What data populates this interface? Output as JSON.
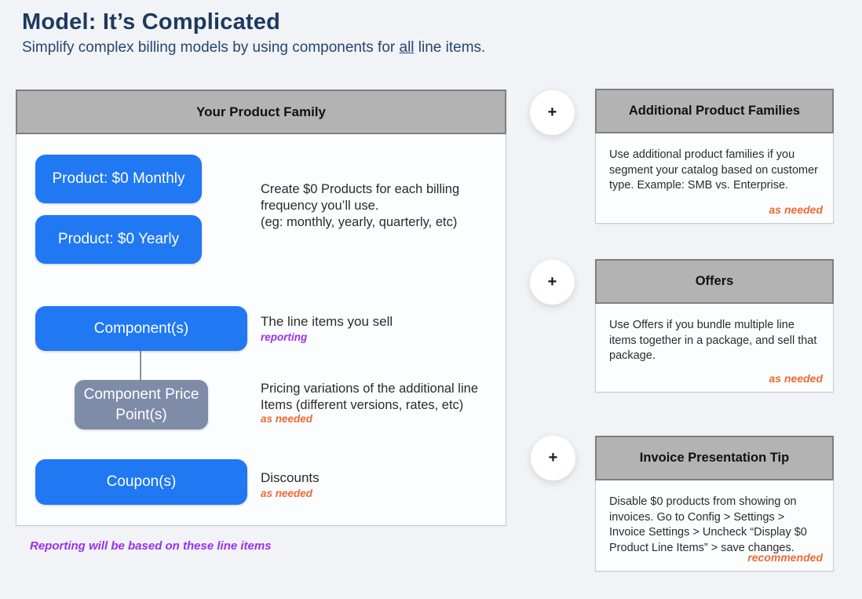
{
  "header": {
    "title": "Model: It’s Complicated",
    "subtitle_prefix": "Simplify complex billing models by using components for ",
    "subtitle_emphasis": "all",
    "subtitle_suffix": " line items."
  },
  "colors": {
    "accent_blue": "#2078f3",
    "slate": "#7e8ca8",
    "purple": "#9b30f0",
    "orange": "#ed6a33",
    "header_gray": "#b3b3b3",
    "title_navy": "#1d3a5f"
  },
  "main_panel": {
    "title": "Your Product Family",
    "nodes": {
      "product_monthly": "Product:\n$0 Monthly",
      "product_yearly": "Product:\n$0 Yearly",
      "components": "Component(s)",
      "price_points": "Component\nPrice Point(s)",
      "coupons": "Coupon(s)"
    },
    "annotations": {
      "products": "Create $0 Products for each billing\nfrequency you’ll use.\n(eg: monthly, yearly, quarterly, etc)",
      "components_text": "The line items you sell",
      "components_tag": "reporting",
      "price_points_text": "Pricing variations of the additional line\nItems (different versions, rates, etc)",
      "price_points_tag": "as needed",
      "coupons_text": "Discounts",
      "coupons_tag": "as needed"
    },
    "footnote": "Reporting will be based on these line items"
  },
  "connector": {
    "plus": "+"
  },
  "side_panels": [
    {
      "title": "Additional Product Families",
      "body": "Use additional product families if you segment your catalog based on customer type. Example: SMB vs. Enterprise.",
      "tag": "as needed"
    },
    {
      "title": "Offers",
      "body": "Use Offers if you bundle multiple line items together in a package, and sell that package.",
      "tag": "as needed"
    },
    {
      "title": "Invoice Presentation Tip",
      "body": "Disable $0 products from showing on invoices. Go to Config > Settings > Invoice Settings > Uncheck “Display $0 Product Line Items” > save changes.",
      "tag": "recommended"
    }
  ]
}
